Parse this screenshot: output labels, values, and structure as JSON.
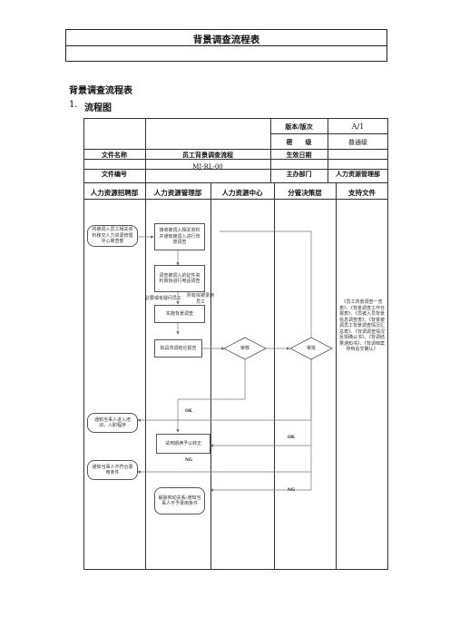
{
  "header": {
    "title": "背景调查流程表"
  },
  "section": {
    "title": "背景调查流程表",
    "number": "1.",
    "name": "流程图"
  },
  "info_table": {
    "version_label": "版本/版次",
    "version_value": "A/1",
    "security_label": "密　　级",
    "security_value": "普通级",
    "doc_name_label": "文件名称",
    "doc_name_value": "员工背景调查流程",
    "effective_label": "生效日期",
    "effective_value": "",
    "doc_no_label": "文件编号",
    "doc_no_value": "MJ-RL-00",
    "dept_label": "主办部门",
    "dept_value": "人力资源管理部"
  },
  "lanes": [
    "人力资源招聘部",
    "人力资源管理部",
    "人力资源中心",
    "分管决策层",
    "支持文件"
  ],
  "steps": {
    "s1": "将被调入员工相关资料移交人力资源管理中心审查部",
    "s2": "接收被调入相关资料并通知被调入进行背景调查",
    "s3": "调查被调入的证件资料真伪进行电话调查",
    "s4": "实施背景调查",
    "s5": "拟具背调结论报告",
    "d1": "审核",
    "d2": "审批",
    "s6": "通知当事人进入培训，入职程序",
    "s7": "试用期满予以转正",
    "s8": "通知当事人不符合录用条件",
    "s9": "解除劳动关系/通知当事人不予录用条件"
  },
  "notes": {
    "left": "必要或有疑问员工",
    "right": "所有拟被录用员工"
  },
  "support_text": "《员工背景调查一览表》、《背景调查工作日报表》、《员被入员背景信息调查表》、《背景被调员工背景调查情况汇总表》、《背调调查情况反馈确认书》、《背调结果通知书》、《背调档案存档后交确认》",
  "tags": {
    "ok1": "OK",
    "ok2": "OK",
    "ng1": "NG",
    "ng2": "NG"
  }
}
